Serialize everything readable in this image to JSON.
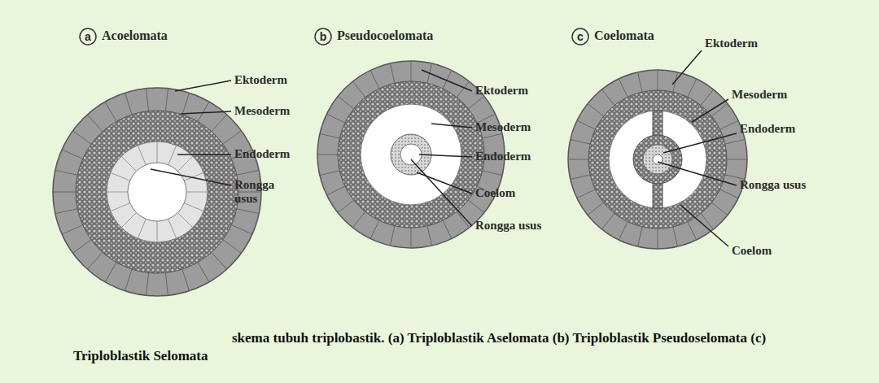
{
  "diagram": {
    "caption": "skema tubuh triplobastik. (a) Triploblastik Aselomata (b) Triploblastik Pseudoselomata (c) Triploblastik Selomata",
    "nodes": [
      {
        "text": [
          "a"
        ]
      },
      {
        "text": [
          "b"
        ]
      },
      {
        "text": [
          "c"
        ]
      }
    ],
    "labels": [
      "Acoelomata",
      "Ektoderm",
      "Mesoderm",
      "Endoderm",
      "Rongga usus",
      "Pseudocoelomata",
      "Ektoderm",
      "Mesoderm",
      "Endoderm",
      "Coelom",
      "Rongga usus",
      "Coelomata",
      "Ektoderm",
      "Mesoderm",
      "Endoderm",
      "Rongga usus",
      "Coelom"
    ]
  }
}
